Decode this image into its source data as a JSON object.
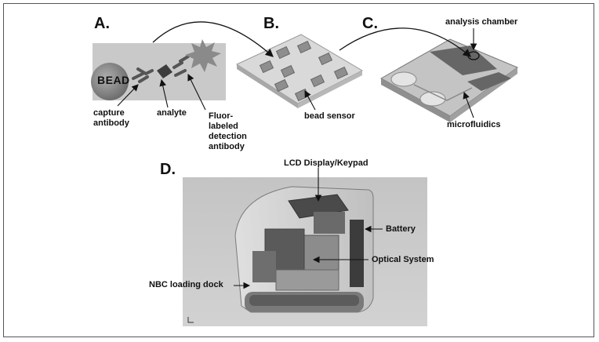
{
  "panels": {
    "a": {
      "letter": "A.",
      "bead_text": "BEAD",
      "labels": {
        "capture": "capture\nantibody",
        "analyte": "analyte",
        "detection": "Fluor-\nlabeled\ndetection\nantibody"
      }
    },
    "b": {
      "letter": "B.",
      "labels": {
        "bead_sensor": "bead sensor"
      }
    },
    "c": {
      "letter": "C.",
      "labels": {
        "analysis_chamber": "analysis chamber",
        "microfluidics": "microfluidics"
      }
    },
    "d": {
      "letter": "D.",
      "labels": {
        "lcd": "LCD Display/Keypad",
        "battery": "Battery",
        "optical": "Optical System",
        "nbc_dock": "NBC loading dock"
      }
    }
  },
  "colors": {
    "panel_bg": "#c8c8c8",
    "bead": "#8a8a8a",
    "antibody": "#5a5a5a",
    "device_bg": "#b9b9b9"
  }
}
